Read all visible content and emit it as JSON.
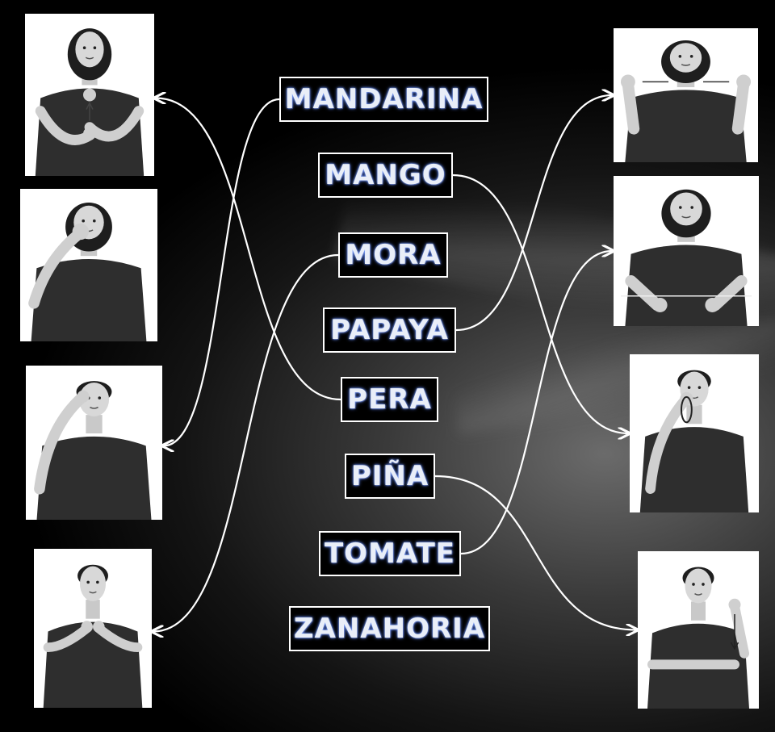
{
  "words": [
    {
      "key": "mandarina",
      "label": "MANDARINA"
    },
    {
      "key": "mango",
      "label": "MANGO"
    },
    {
      "key": "mora",
      "label": "MORA"
    },
    {
      "key": "papaya",
      "label": "PAPAYA"
    },
    {
      "key": "pera",
      "label": "PERA"
    },
    {
      "key": "pina",
      "label": "PIÑA"
    },
    {
      "key": "tomate",
      "label": "TOMATE"
    },
    {
      "key": "zanahoria",
      "label": "ZANAHORIA"
    }
  ],
  "photos": [
    {
      "key": "left-1",
      "subject": "woman",
      "gesture": "hands-stacked-arrow-up"
    },
    {
      "key": "left-2",
      "subject": "woman",
      "gesture": "fist-to-mouth"
    },
    {
      "key": "left-3",
      "subject": "man",
      "gesture": "fingers-at-eye"
    },
    {
      "key": "left-4",
      "subject": "man",
      "gesture": "hands-together-chest"
    },
    {
      "key": "right-1",
      "subject": "woman",
      "gesture": "hands-out-arrows"
    },
    {
      "key": "right-2",
      "subject": "woman",
      "gesture": "hand-slide-horizontal"
    },
    {
      "key": "right-3",
      "subject": "man",
      "gesture": "hand-at-mouth-circle"
    },
    {
      "key": "right-4",
      "subject": "man",
      "gesture": "hand-over-forearm-arrow-down"
    }
  ],
  "connections": [
    {
      "word": "mandarina",
      "photo": "left-3"
    },
    {
      "word": "mango",
      "photo": "right-3"
    },
    {
      "word": "mora",
      "photo": "left-4"
    },
    {
      "word": "papaya",
      "photo": "right-1"
    },
    {
      "word": "pera",
      "photo": "left-1"
    },
    {
      "word": "pina",
      "photo": "right-4"
    },
    {
      "word": "tomate",
      "photo": "right-2"
    }
  ],
  "colors": {
    "line": "#ffffff",
    "label_glow": "#5e86ff",
    "frame": "#ffffff"
  }
}
